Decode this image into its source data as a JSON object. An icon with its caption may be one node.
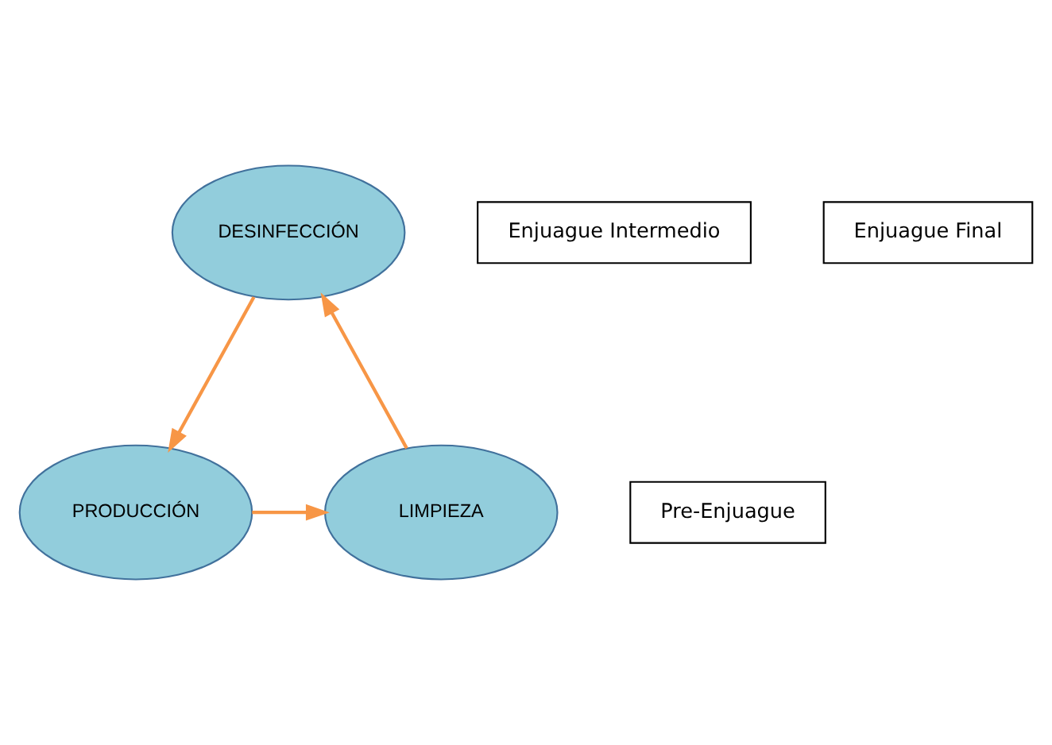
{
  "diagram": {
    "nodes": [
      {
        "text": [
          "DESINFECCIÓN"
        ]
      },
      {
        "text": [
          "Enjuague Intermedio"
        ]
      },
      {
        "text": [
          "Enjuague Final"
        ]
      },
      {
        "text": [
          "LIMPIEZA"
        ]
      },
      {
        "text": [
          "PRODUCCIÓN"
        ]
      },
      {
        "text": [
          "Pre-Enjuague"
        ]
      }
    ],
    "edges": [
      {
        "from": 3,
        "to": 0,
        "arrow": "to"
      },
      {
        "from": 0,
        "to": 4,
        "arrow": "to"
      },
      {
        "from": 4,
        "to": 3,
        "arrow": "to"
      }
    ]
  }
}
